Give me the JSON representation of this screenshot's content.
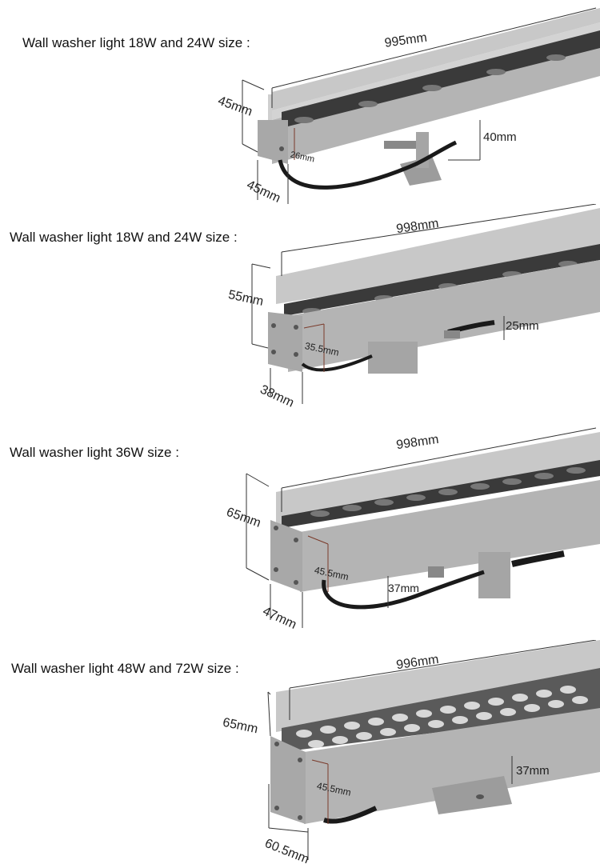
{
  "products": [
    {
      "title": "Wall washer light 18W and 24W size :",
      "length": "995mm",
      "height": "45mm",
      "depth": "45mm",
      "inner": "26mm",
      "bracket": "40mm"
    },
    {
      "title": "Wall washer light 18W and 24W size :",
      "length": "998mm",
      "height": "55mm",
      "depth": "38mm",
      "inner": "35.5mm",
      "bracket": "25mm"
    },
    {
      "title": "Wall washer light 36W size :",
      "length": "998mm",
      "height": "65mm",
      "depth": "47mm",
      "inner": "45.5mm",
      "bracket": "37mm"
    },
    {
      "title": "Wall washer light 48W and 72W size :",
      "length": "996mm",
      "height": "65mm",
      "depth": "60.5mm",
      "inner": "45.5mm",
      "bracket": "37mm"
    }
  ],
  "colors": {
    "housing": "#b4b4b4",
    "housing_dark": "#8e8e8e",
    "housing_light": "#d3d3d3",
    "led_strip": "#3a3a3a",
    "cable": "#1a1a1a"
  }
}
